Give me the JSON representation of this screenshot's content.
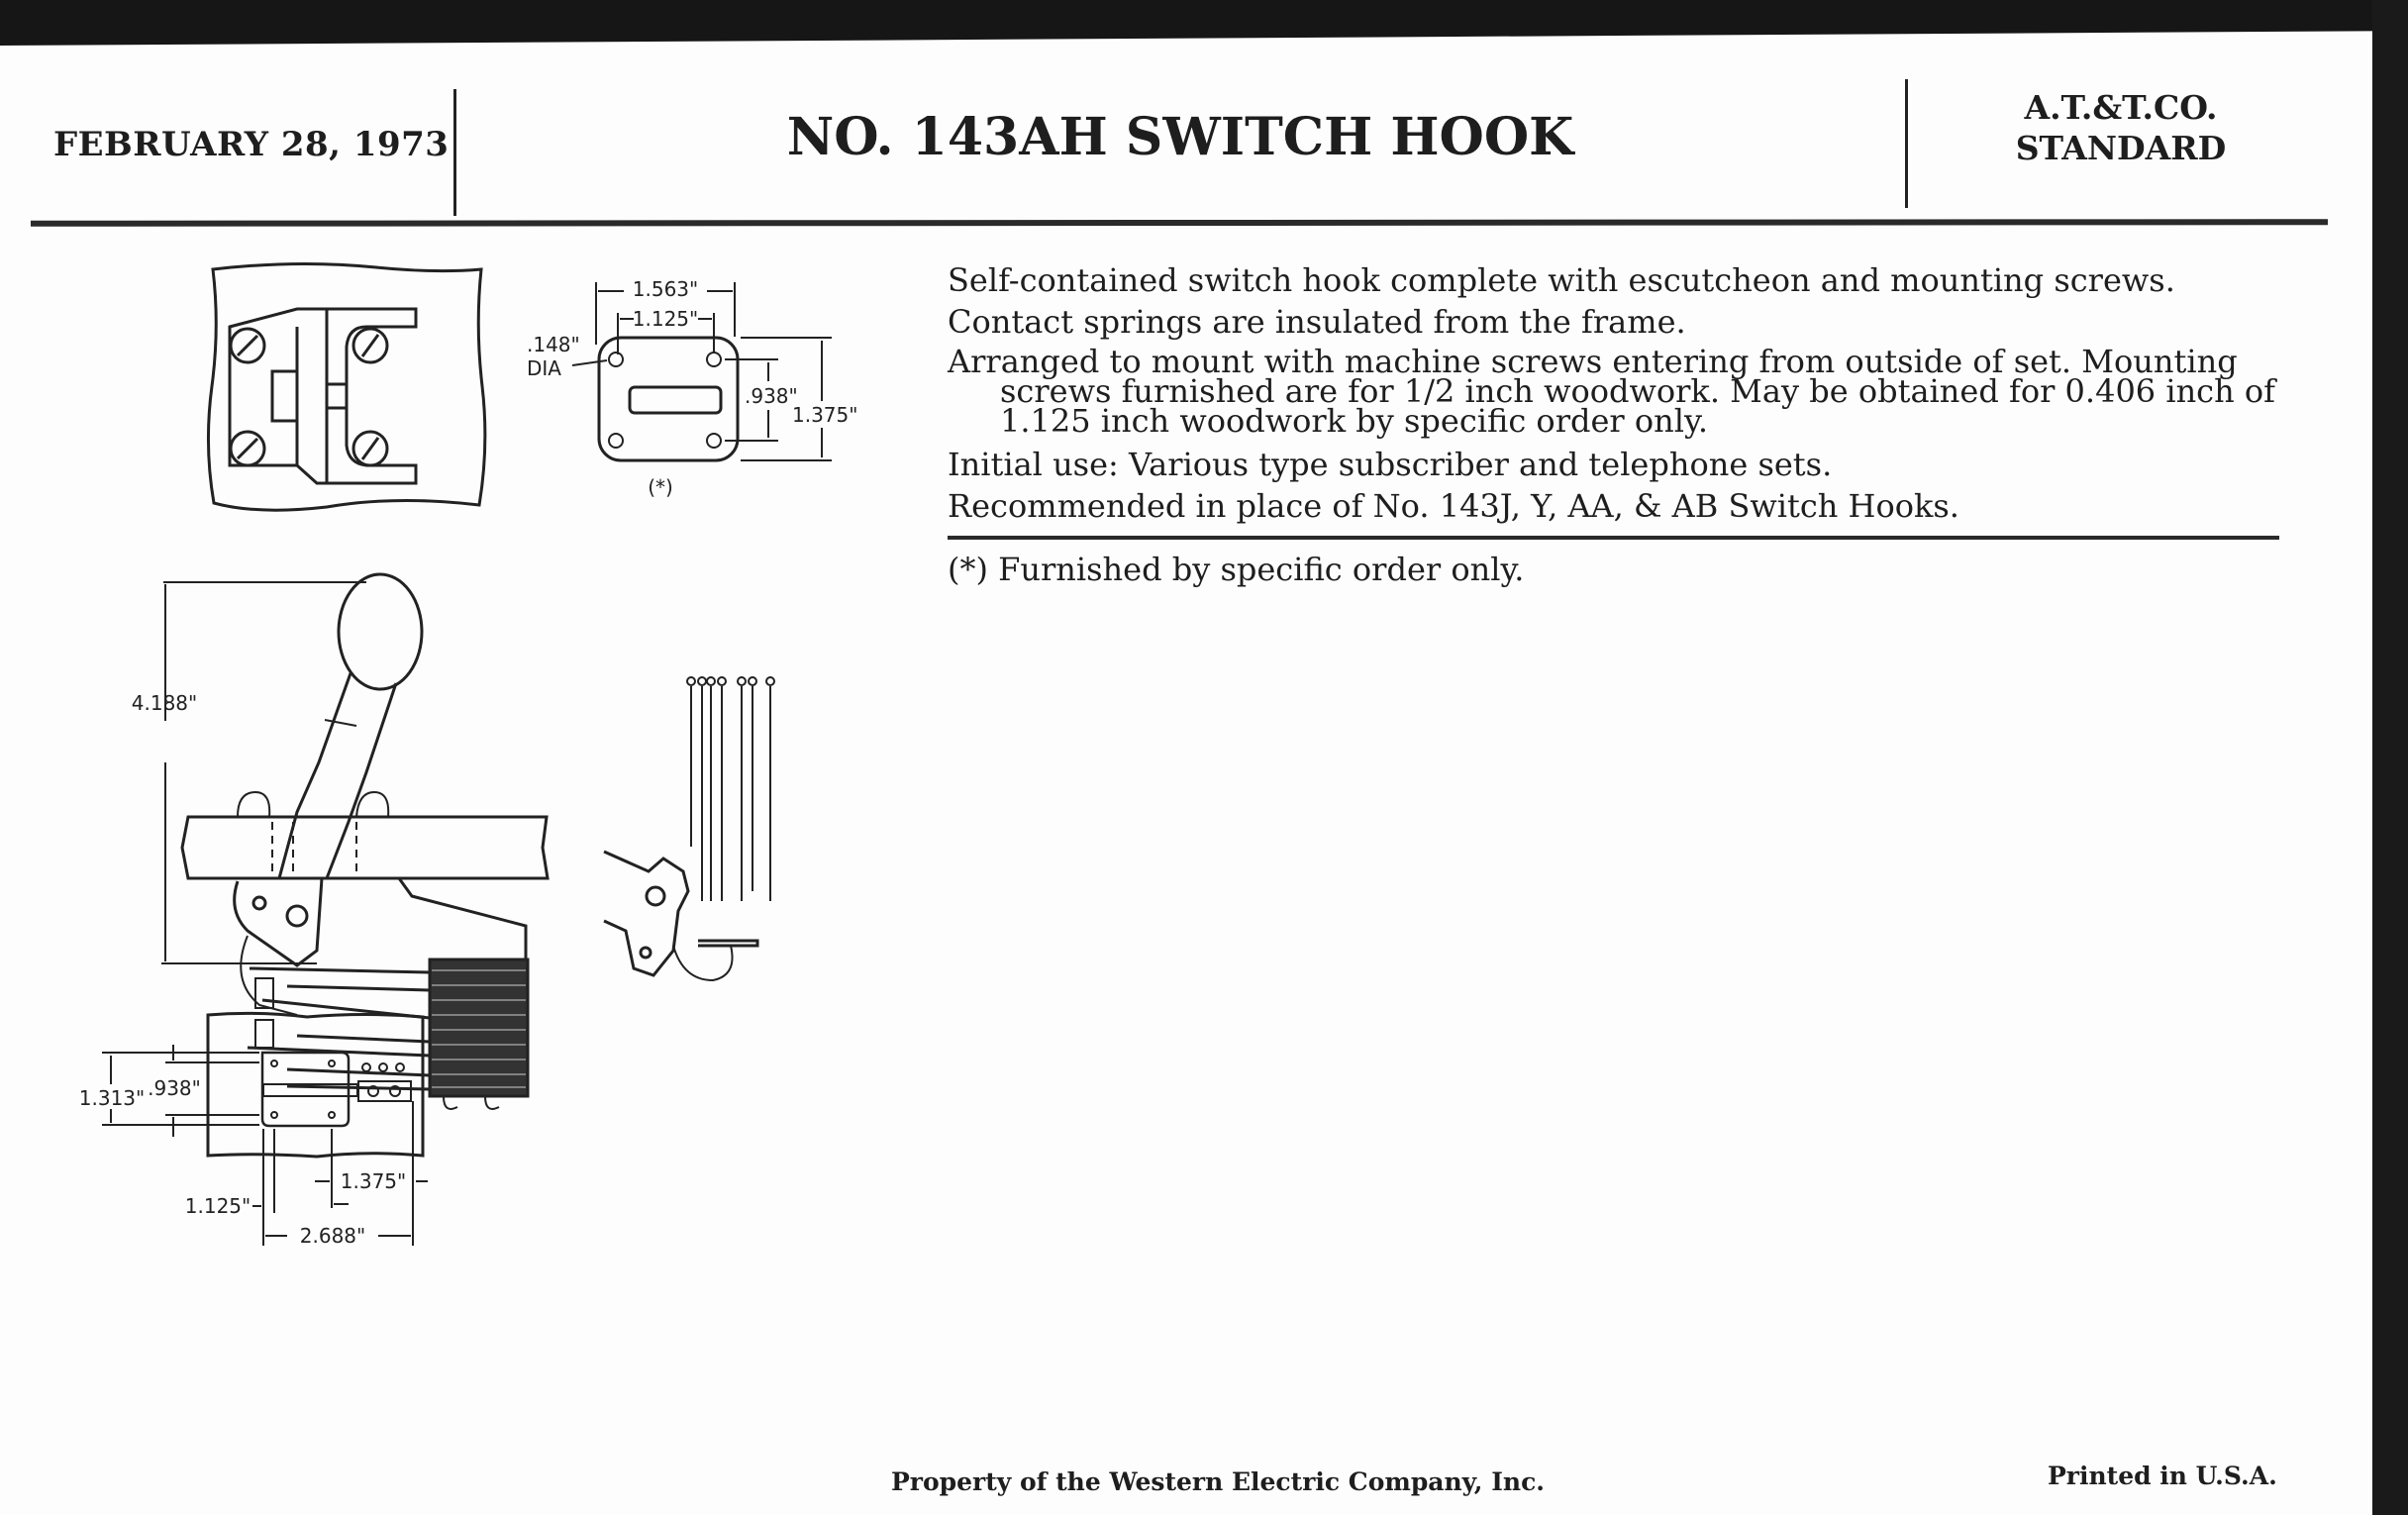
{
  "header": {
    "date": "FEBRUARY 28, 1973",
    "title": "NO. 143AH SWITCH HOOK",
    "standard_line1": "A.T.&T.CO.",
    "standard_line2": "STANDARD"
  },
  "description": [
    "Self-contained switch hook complete with escutcheon and mounting screws.",
    "Contact springs are insulated from the frame.",
    "Arranged to mount with machine screws entering from outside of set. Mounting screws furnished are for 1/2 inch woodwork. May be obtained for 0.406 inch of 1.125 inch woodwork by specific order only.",
    "Initial use:  Various type subscriber and telephone sets.",
    "Recommended in place of No. 143J, Y, AA, & AB Switch Hooks."
  ],
  "footnote": "(*)  Furnished by specific order only.",
  "drawings": {
    "plate": {
      "dim_width": "1.563\"",
      "dim_hole_spacing": "1.125\"",
      "hole_dia_1": ".148\"",
      "hole_dia_2": "DIA",
      "dim_hole_vertical": ".938\"",
      "dim_height": "1.375\"",
      "note": "(*)"
    },
    "side_view": {
      "dim_height": "4.188\""
    },
    "mounting": {
      "dim_outer": "1.313\"",
      "dim_inner": ".938\"",
      "dim_right": "1.375\"",
      "dim_left": "1.125\"",
      "dim_overall": "2.688\""
    }
  },
  "footer": {
    "property": "Property of the Western Electric Company, Inc.",
    "printed": "Printed in U.S.A."
  }
}
